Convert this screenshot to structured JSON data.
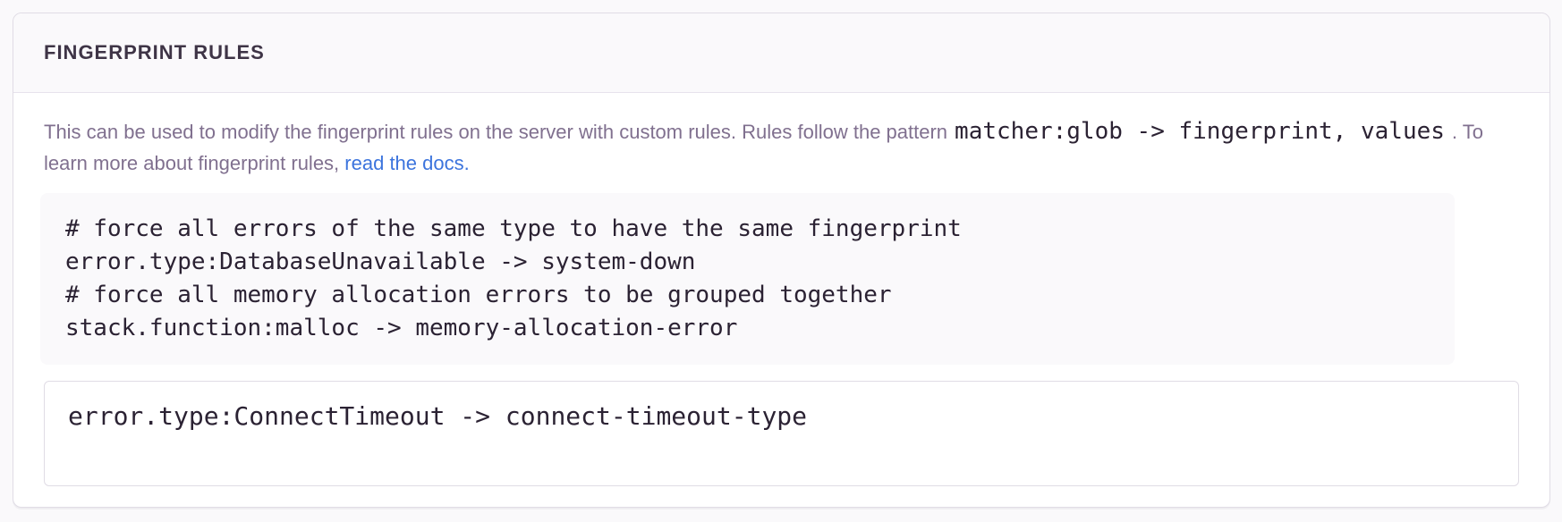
{
  "panel": {
    "title": "FINGERPRINT RULES"
  },
  "description": {
    "text_before_pattern": "This can be used to modify the fingerprint rules on the server with custom rules. Rules follow the pattern",
    "pattern_code": "matcher:glob -> fingerprint, values",
    "text_after_pattern": ". To learn more about fingerprint rules,",
    "docs_link_label": "read the docs."
  },
  "example_rules": {
    "lines": [
      "# force all errors of the same type to have the same fingerprint",
      "error.type:DatabaseUnavailable -> system-down",
      "# force all memory allocation errors to be grouped together",
      "stack.function:malloc -> memory-allocation-error"
    ]
  },
  "rules_input": {
    "value": "error.type:ConnectTimeout -> connect-timeout-type"
  },
  "colors": {
    "page_background": "#FAF9FB",
    "panel_background": "#FFFFFF",
    "panel_border": "#E0DCE5",
    "panel_header_background": "#FAF9FB",
    "heading_text": "#3E3446",
    "body_text": "#80708F",
    "code_text": "#2B2233",
    "code_block_background": "#FAF9FB",
    "link_accent": "#3C74DD"
  }
}
